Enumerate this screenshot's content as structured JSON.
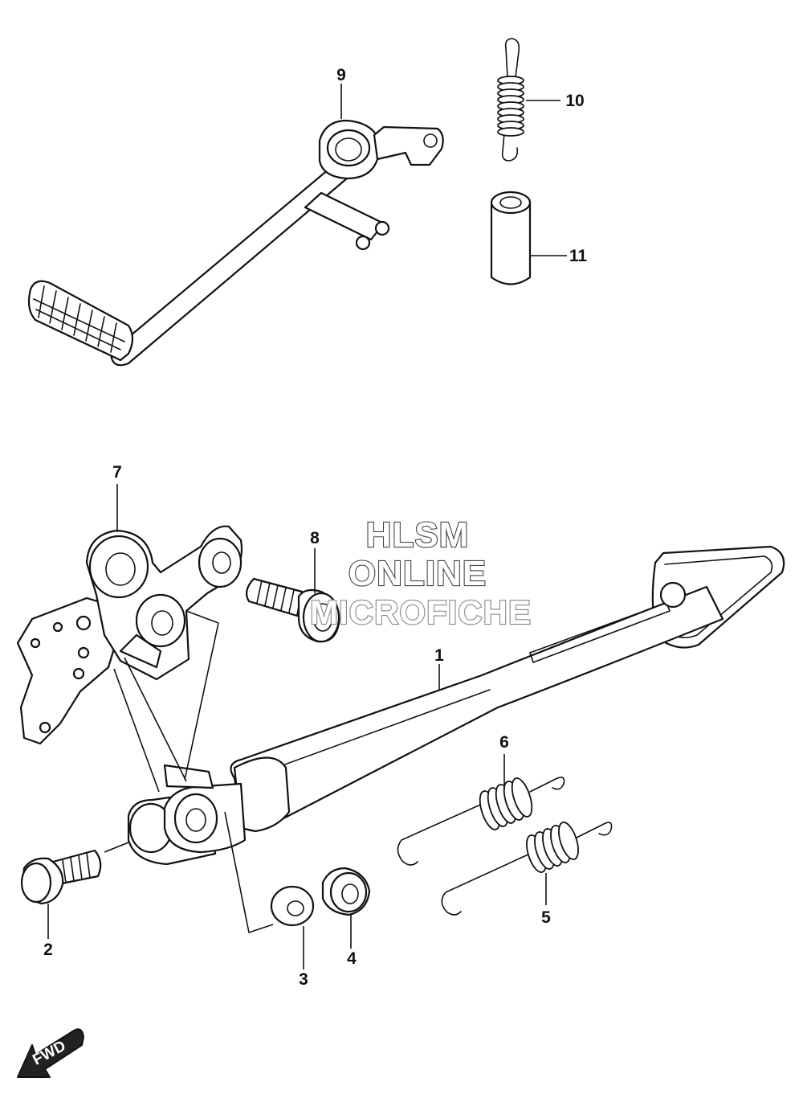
{
  "watermark": {
    "line1": "HLSM",
    "line2": "ONLINE",
    "line3": "MICROFICHE"
  },
  "callouts": [
    "1",
    "2",
    "3",
    "4",
    "5",
    "6",
    "7",
    "8",
    "9",
    "10",
    "11"
  ],
  "fwd_label": "FWD"
}
